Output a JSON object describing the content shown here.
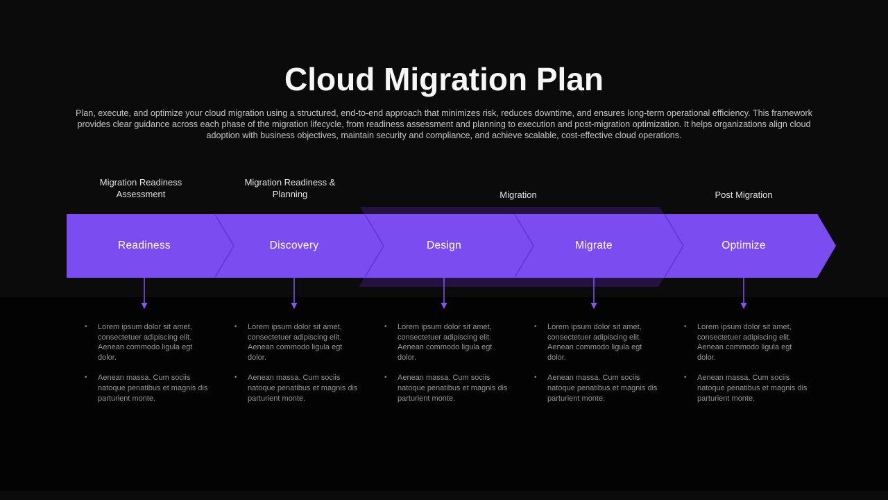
{
  "slide": {
    "title": "Cloud Migration Plan",
    "description": "Plan, execute, and optimize your cloud migration using a structured, end-to-end approach that minimizes risk, reduces downtime, and ensures long-term operational efficiency. This framework provides clear guidance across each phase of the migration lifecycle, from readiness assessment and planning to execution and post-migration optimization. It helps organizations align cloud adoption with business objectives, maintain security and compliance, and achieve scalable, cost-effective cloud operations."
  },
  "phase_headers": [
    {
      "label": "Migration Readiness Assessment"
    },
    {
      "label": "Migration Readiness & Planning"
    },
    {
      "label": "Migration"
    },
    {
      "label": "Post Migration"
    }
  ],
  "steps": [
    {
      "label": "Readiness",
      "bullets": [
        "Lorem ipsum dolor sit amet, consectetuer adipiscing elit. Aenean commodo ligula egt dolor.",
        "Aenean massa. Cum sociis natoque penatibus et magnis dis parturient monte."
      ]
    },
    {
      "label": "Discovery",
      "bullets": [
        "Lorem ipsum dolor sit amet, consectetuer adipiscing elit. Aenean commodo ligula egt dolor.",
        "Aenean massa. Cum sociis natoque penatibus et magnis dis parturient monte."
      ]
    },
    {
      "label": "Design",
      "bullets": [
        "Lorem ipsum dolor sit amet, consectetuer adipiscing elit. Aenean commodo ligula egt dolor.",
        "Aenean massa. Cum sociis natoque penatibus et magnis dis parturient monte."
      ]
    },
    {
      "label": "Migrate",
      "bullets": [
        "Lorem ipsum dolor sit amet, consectetuer adipiscing elit. Aenean commodo ligula egt dolor.",
        "Aenean massa. Cum sociis natoque penatibus et magnis dis parturient monte."
      ]
    },
    {
      "label": "Optimize",
      "bullets": [
        "Lorem ipsum dolor sit amet, consectetuer adipiscing elit. Aenean commodo ligula egt dolor.",
        "Aenean massa. Cum sociis natoque penatibus et magnis dis parturient monte."
      ]
    }
  ],
  "ui": {
    "bullet_marker": "•"
  },
  "colors": {
    "background": "#0b0b0b",
    "lower_panel": "#030303",
    "arrow_fill": "#7b4df0",
    "arrow_outline": "#5d34d0",
    "highlight_band": "#241243",
    "connector": "#8156f2",
    "title_text": "#f6f6f6",
    "body_text": "#c7c7c7",
    "bullet_text": "#979797"
  }
}
